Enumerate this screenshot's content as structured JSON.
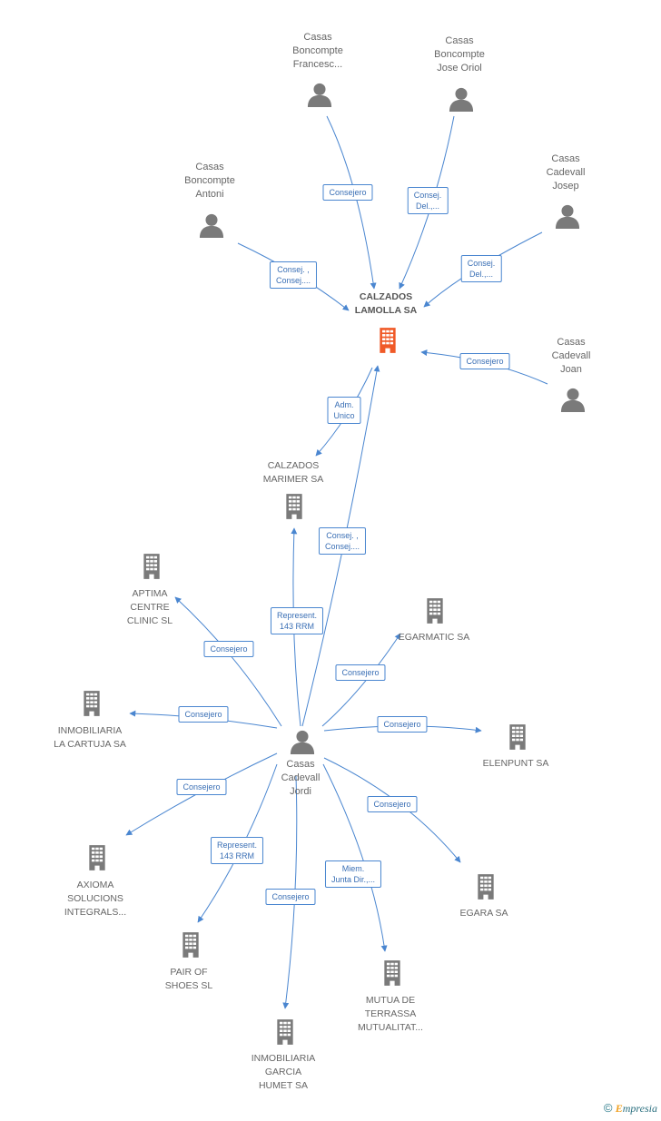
{
  "colors": {
    "edge": "#4a86d0",
    "icon": "#7a7a7a",
    "main_icon": "#f05a28"
  },
  "nodes": [
    {
      "id": "calzados_lamolla",
      "type": "company",
      "main": true,
      "label": "CALZADOS\nLAMOLLA SA"
    },
    {
      "id": "boncompte_francesc",
      "type": "person",
      "label": "Casas\nBoncompte\nFrancesc..."
    },
    {
      "id": "boncompte_oriol",
      "type": "person",
      "label": "Casas\nBoncompte\nJose Oriol"
    },
    {
      "id": "boncompte_antoni",
      "type": "person",
      "label": "Casas\nBoncompte\nAntoni"
    },
    {
      "id": "cadevall_josep",
      "type": "person",
      "label": "Casas\nCadevall\nJosep"
    },
    {
      "id": "cadevall_joan",
      "type": "person",
      "label": "Casas\nCadevall\nJoan"
    },
    {
      "id": "calzados_marimer",
      "type": "company",
      "label": "CALZADOS\nMARIMER SA"
    },
    {
      "id": "aptima",
      "type": "company",
      "label": "APTIMA\nCENTRE\nCLINIC SL"
    },
    {
      "id": "egarmatic",
      "type": "company",
      "label": "EGARMATIC SA"
    },
    {
      "id": "inmob_cartuja",
      "type": "company",
      "label": "INMOBILIARIA\nLA CARTUJA SA"
    },
    {
      "id": "cadevall_jordi",
      "type": "person",
      "label": "Casas\nCadevall\nJordi"
    },
    {
      "id": "elenpunt",
      "type": "company",
      "label": "ELENPUNT SA"
    },
    {
      "id": "axioma",
      "type": "company",
      "label": "AXIOMA\nSOLUCIONS\nINTEGRALS..."
    },
    {
      "id": "egara",
      "type": "company",
      "label": "EGARA SA"
    },
    {
      "id": "pair_of_shoes",
      "type": "company",
      "label": "PAIR OF\nSHOES SL"
    },
    {
      "id": "mutua",
      "type": "company",
      "label": "MUTUA DE\nTERRASSA\nMUTUALITAT..."
    },
    {
      "id": "inmob_garcia",
      "type": "company",
      "label": "INMOBILIARIA\nGARCIA\nHUMET SA"
    }
  ],
  "edges": [
    {
      "from": "boncompte_francesc",
      "to": "calzados_lamolla",
      "label": "Consejero"
    },
    {
      "from": "boncompte_oriol",
      "to": "calzados_lamolla",
      "label": "Consej.\nDel.,..."
    },
    {
      "from": "boncompte_antoni",
      "to": "calzados_lamolla",
      "label": "Consej. ,\nConsej...."
    },
    {
      "from": "cadevall_josep",
      "to": "calzados_lamolla",
      "label": "Consej.\nDel.,..."
    },
    {
      "from": "cadevall_joan",
      "to": "calzados_lamolla",
      "label": "Consejero"
    },
    {
      "from": "calzados_lamolla",
      "to": "calzados_marimer",
      "label": "Adm.\nUnico"
    },
    {
      "from": "cadevall_jordi",
      "to": "calzados_lamolla",
      "label": "Consej. ,\nConsej...."
    },
    {
      "from": "cadevall_jordi",
      "to": "calzados_marimer",
      "label": "Represent.\n143 RRM"
    },
    {
      "from": "cadevall_jordi",
      "to": "aptima",
      "label": "Consejero"
    },
    {
      "from": "cadevall_jordi",
      "to": "egarmatic",
      "label": "Consejero"
    },
    {
      "from": "cadevall_jordi",
      "to": "inmob_cartuja",
      "label": "Consejero"
    },
    {
      "from": "cadevall_jordi",
      "to": "elenpunt",
      "label": "Consejero"
    },
    {
      "from": "cadevall_jordi",
      "to": "axioma",
      "label": "Consejero"
    },
    {
      "from": "cadevall_jordi",
      "to": "egara",
      "label": "Consejero"
    },
    {
      "from": "cadevall_jordi",
      "to": "pair_of_shoes",
      "label": "Represent.\n143 RRM"
    },
    {
      "from": "cadevall_jordi",
      "to": "mutua",
      "label": "Miem.\nJunta Dir.,..."
    },
    {
      "from": "cadevall_jordi",
      "to": "inmob_garcia",
      "label": "Consejero"
    }
  ],
  "footer": {
    "copyright": "©",
    "brand_initial": "E",
    "brand_rest": "mpresia"
  }
}
